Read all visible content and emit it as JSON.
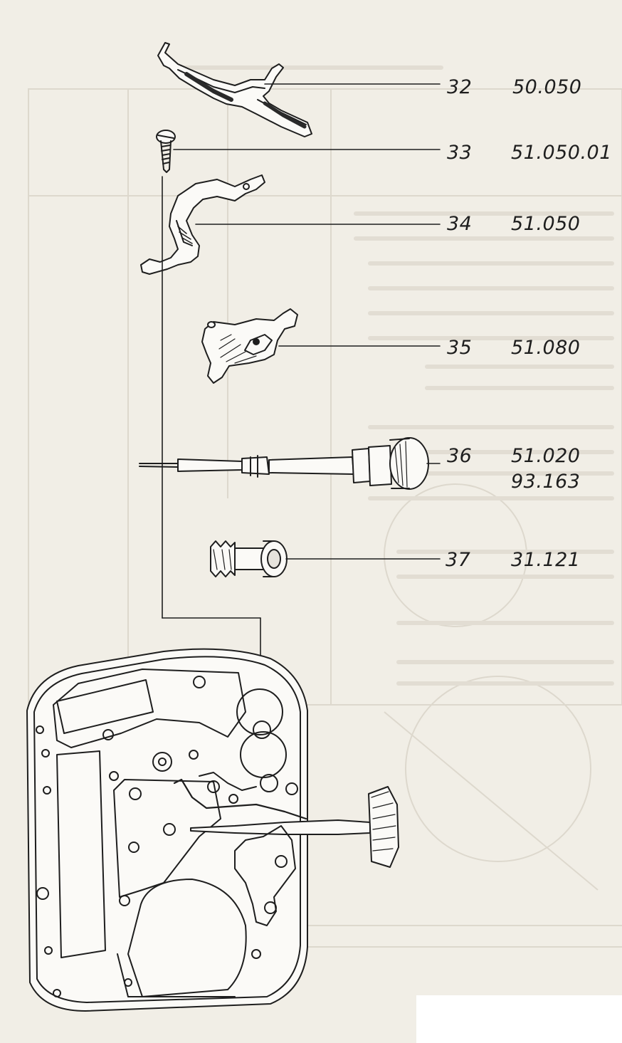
{
  "callouts": [
    {
      "number": "32",
      "codes": [
        "50.050"
      ]
    },
    {
      "number": "33",
      "codes": [
        "51.050.01"
      ]
    },
    {
      "number": "34",
      "codes": [
        "51.050"
      ]
    },
    {
      "number": "35",
      "codes": [
        "51.080"
      ]
    },
    {
      "number": "36",
      "codes": [
        "51.020",
        "93.163"
      ]
    },
    {
      "number": "37",
      "codes": [
        "31.121"
      ]
    }
  ],
  "colors": {
    "paper": "#f1eee6",
    "ink": "#1e1e1e",
    "faded_print": "#d8d3c8"
  }
}
